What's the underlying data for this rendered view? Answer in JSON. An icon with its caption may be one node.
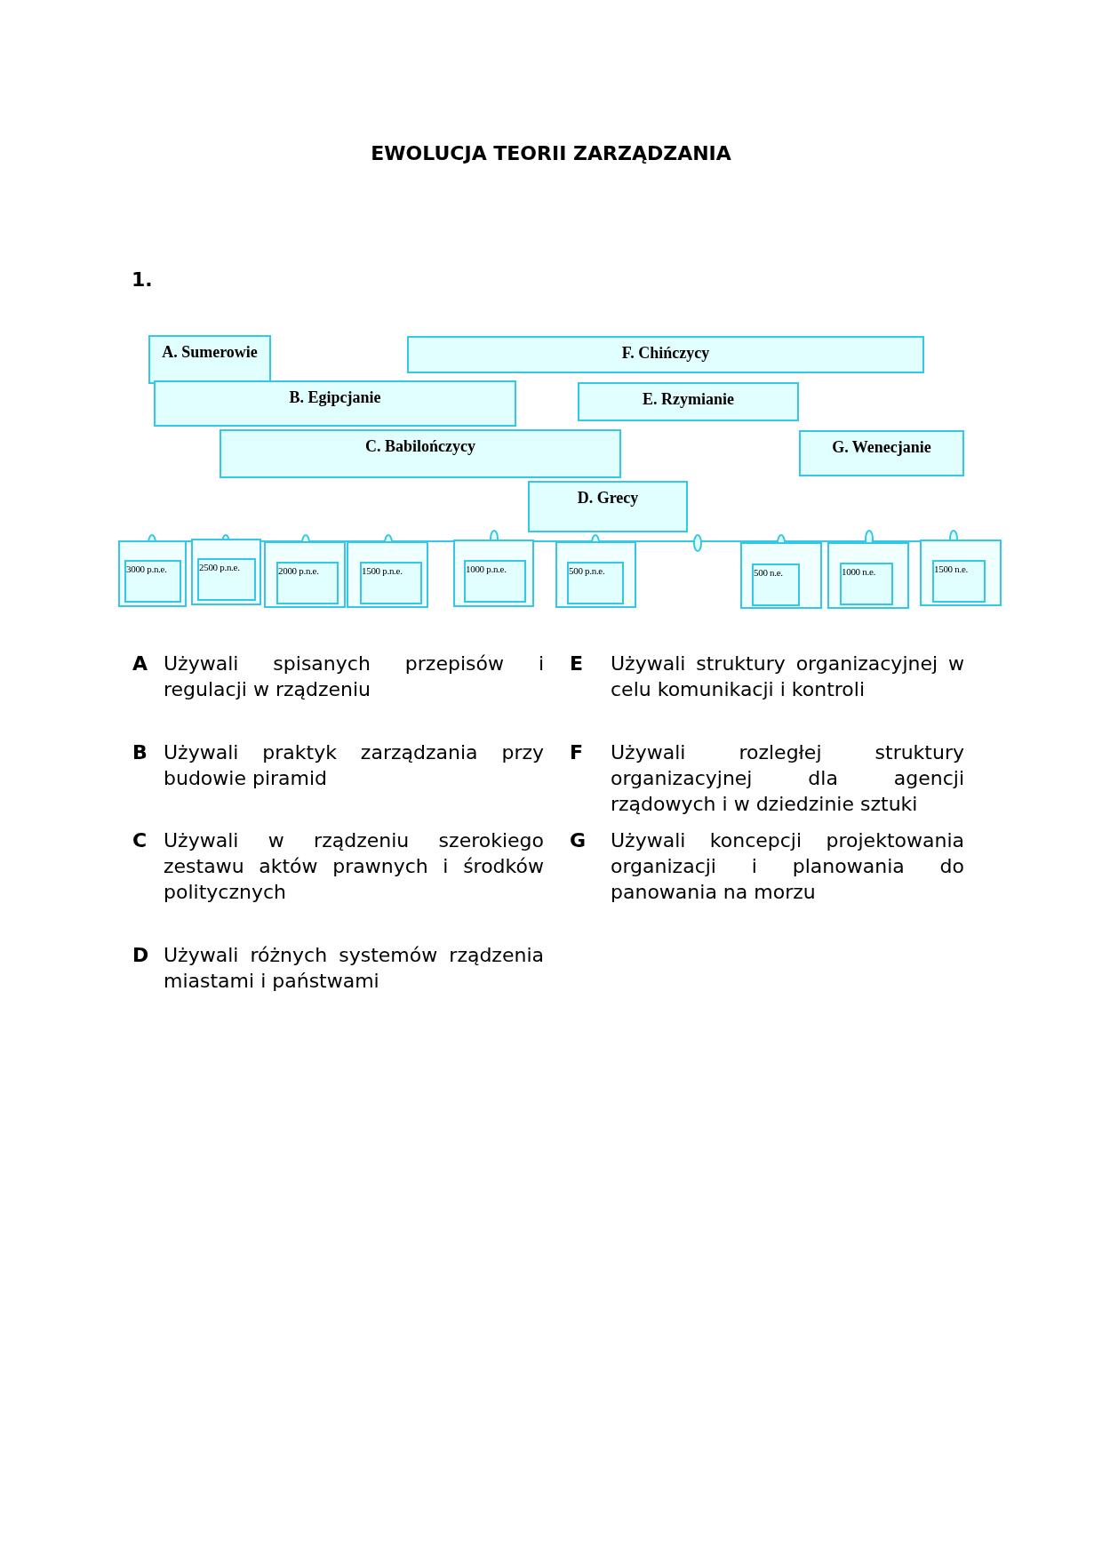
{
  "diagram": {
    "title": "EWOLUCJA TEORII ZARZĄDZANIA",
    "nodes": [
      {
        "text": [
          "A. Sumerowie"
        ]
      },
      {
        "text": [
          "F. Chińczycy"
        ]
      },
      {
        "text": [
          "B. Egipcjanie"
        ]
      },
      {
        "text": [
          "E. Rzymianie"
        ]
      },
      {
        "text": [
          "C. Babilończycy"
        ]
      },
      {
        "text": [
          "G. Wenecjanie"
        ]
      },
      {
        "text": [
          "D. Grecy"
        ]
      },
      {
        "text": [],
        "shape": "box"
      },
      {
        "text": [
          "3000 p.n.e."
        ],
        "in": 7
      },
      {
        "text": [],
        "shape": "box"
      },
      {
        "text": [
          "2500 p.n.e."
        ],
        "in": 9
      },
      {
        "text": [],
        "shape": "box"
      },
      {
        "text": [
          "2000 p.n.e."
        ],
        "in": 11
      },
      {
        "text": [],
        "shape": "box"
      },
      {
        "text": [
          "1500 p.n.e."
        ],
        "in": 13
      },
      {
        "text": [],
        "shape": "box"
      },
      {
        "text": [
          "1000 p.n.e."
        ],
        "in": 15
      },
      {
        "text": [],
        "shape": "box"
      },
      {
        "text": [
          "500 p.n.e."
        ],
        "in": 17
      },
      {
        "text": [],
        "shape": "box"
      },
      {
        "text": [
          "500 n.e."
        ],
        "in": 19
      },
      {
        "text": [],
        "shape": "box"
      },
      {
        "text": [
          "1000 n.e."
        ],
        "in": 21
      },
      {
        "text": [],
        "shape": "box"
      },
      {
        "text": [
          "1500 n.e."
        ],
        "in": 23
      }
    ],
    "labels": [
      "1.",
      "A",
      "Używali spisanych przepisów i regulacji w rządzeniu",
      "E",
      "Używali struktury organizacyjnej w celu komunikacji i kontroli",
      "B",
      "Używali praktyk zarządzania przy budowie piramid",
      "F",
      "Używali rozległej struktury organizacyjnej dla agencji rządowych i w dziedzinie sztuki",
      "C",
      "Używali w rządzeniu szerokiego zestawu aktów prawnych i środków politycznych",
      "G",
      "Używali koncepcji projektowania organizacji i planowania do panowania na morzu",
      "D",
      "Używali różnych systemów rządzenia miastami i państwami"
    ]
  }
}
